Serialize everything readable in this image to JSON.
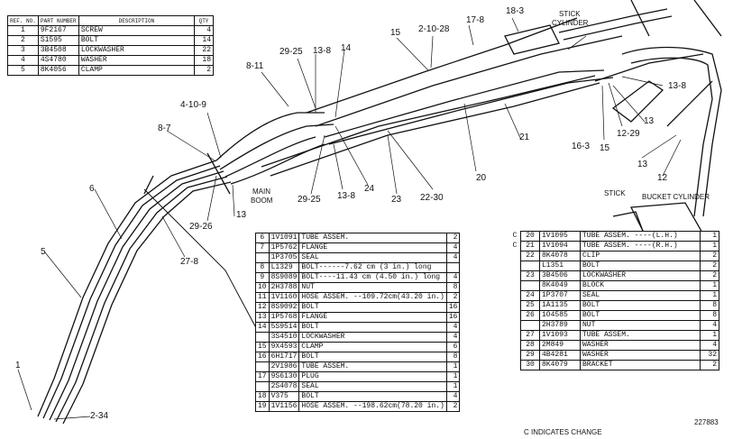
{
  "header_table": {
    "columns": [
      "REF. NO.",
      "PART NUMBER",
      "DESCRIPTION",
      "QTY"
    ],
    "rows": [
      {
        "ref": "1",
        "part": "9F2167",
        "desc": "SCREW",
        "qty": "4"
      },
      {
        "ref": "2",
        "part": "S1595",
        "desc": "BOLT",
        "qty": "14"
      },
      {
        "ref": "3",
        "part": "3B4508",
        "desc": "LOCKWASHER",
        "qty": "22"
      },
      {
        "ref": "4",
        "part": "4S4780",
        "desc": "WASHER",
        "qty": "18"
      },
      {
        "ref": "5",
        "part": "8K4056",
        "desc": "CLAMP",
        "qty": "2"
      }
    ]
  },
  "middle_table": {
    "rows": [
      {
        "ref": "6",
        "part": "1V1091",
        "desc": "TUBE ASSEM.",
        "qty": "2"
      },
      {
        "ref": "7",
        "part": "1P5762",
        "desc": "FLANGE",
        "qty": "4"
      },
      {
        "ref": "",
        "part": "1P3705",
        "desc": "SEAL",
        "qty": "4"
      },
      {
        "ref": "8",
        "part": "L1329",
        "desc": "BOLT------7.62 cm (3 in.) long",
        "qty": ""
      },
      {
        "ref": "9",
        "part": "8S9089",
        "desc": "BOLT----11.43 cm (4.50 in.) long",
        "qty": "4"
      },
      {
        "ref": "10",
        "part": "2H3788",
        "desc": "NUT",
        "qty": "8"
      },
      {
        "ref": "11",
        "part": "1V1160",
        "desc": "HOSE ASSEM. --109.72cm(43.20 in.)",
        "qty": "2"
      },
      {
        "ref": "12",
        "part": "8S9092",
        "desc": "BOLT",
        "qty": "16"
      },
      {
        "ref": "13",
        "part": "1P5768",
        "desc": "FLANGE",
        "qty": "16"
      },
      {
        "ref": "14",
        "part": "5S9514",
        "desc": "BOLT",
        "qty": "4"
      },
      {
        "ref": "",
        "part": "3S4510",
        "desc": "LOCKWASHER",
        "qty": "4"
      },
      {
        "ref": "15",
        "part": "9X4593",
        "desc": "CLAMP",
        "qty": "6"
      },
      {
        "ref": "16",
        "part": "6H1717",
        "desc": "BOLT",
        "qty": "8"
      },
      {
        "ref": "",
        "part": "2V1986",
        "desc": "TUBE ASSEM.",
        "qty": "1"
      },
      {
        "ref": "17",
        "part": "9S6130",
        "desc": "PLUG",
        "qty": "1"
      },
      {
        "ref": "",
        "part": "2S4078",
        "desc": "SEAL",
        "qty": "1"
      },
      {
        "ref": "18",
        "part": "V375",
        "desc": "BOLT",
        "qty": "4"
      },
      {
        "ref": "19",
        "part": "1V1156",
        "desc": "HOSE ASSEM. --198.62cm(78.20 in.)",
        "qty": "2"
      }
    ]
  },
  "right_table": {
    "rows": [
      {
        "mark": "C",
        "ref": "20",
        "part": "1V1095",
        "desc": "TUBE ASSEM. ----(L.H.)",
        "qty": "1"
      },
      {
        "mark": "C",
        "ref": "21",
        "part": "1V1094",
        "desc": "TUBE ASSEM. ----(R.H.)",
        "qty": "1"
      },
      {
        "mark": "",
        "ref": "22",
        "part": "8K4078",
        "desc": "CLIP",
        "qty": "2"
      },
      {
        "mark": "",
        "ref": "",
        "part": "L1351",
        "desc": "BOLT",
        "qty": "2"
      },
      {
        "mark": "",
        "ref": "23",
        "part": "3B4506",
        "desc": "LOCKWASHER",
        "qty": "2"
      },
      {
        "mark": "",
        "ref": "",
        "part": "8K4049",
        "desc": "BLOCK",
        "qty": "1"
      },
      {
        "mark": "",
        "ref": "24",
        "part": "1P3707",
        "desc": "SEAL",
        "qty": "1"
      },
      {
        "mark": "",
        "ref": "25",
        "part": "1A1135",
        "desc": "BOLT",
        "qty": "8"
      },
      {
        "mark": "",
        "ref": "26",
        "part": "1O4585",
        "desc": "BOLT",
        "qty": "8"
      },
      {
        "mark": "",
        "ref": "",
        "part": "2H3789",
        "desc": "NUT",
        "qty": "4"
      },
      {
        "mark": "",
        "ref": "27",
        "part": "1V1093",
        "desc": "TUBE ASSEM.",
        "qty": "1"
      },
      {
        "mark": "",
        "ref": "28",
        "part": "2M849",
        "desc": "WASHER",
        "qty": "4"
      },
      {
        "mark": "",
        "ref": "29",
        "part": "4B4281",
        "desc": "WASHER",
        "qty": "32"
      },
      {
        "mark": "",
        "ref": "30",
        "part": "8K4079",
        "desc": "BRACKET",
        "qty": "2"
      }
    ]
  },
  "footer": {
    "legend": "C INDICATES CHANGE",
    "drawing_number": "227883"
  },
  "labels": {
    "stick_cylinder": "STICK\nCYLINDER",
    "stick_cylinder_l1": "STICK",
    "stick_cylinder_l2": "CYLINDER",
    "main_boom_l1": "MAIN",
    "main_boom_l2": "BOOM",
    "stick": "STICK",
    "bucket_cylinder": "BUCKET CYLINDER"
  },
  "callouts": {
    "c_1": "1",
    "c_2_34": "2-34",
    "c_5": "5",
    "c_6": "6",
    "c_4_10_9": "4-10-9",
    "c_8_7": "8-7",
    "c_8_11": "8-11",
    "c_29_25_top": "29-25",
    "c_13_8_top": "13-8",
    "c_14": "14",
    "c_15": "15",
    "c_2_10_28": "2-10-28",
    "c_17_8": "17-8",
    "c_18_3": "18-3",
    "c_13_right": "13-8",
    "c_13_a": "13",
    "c_12_29": "12-29",
    "c_16_3": "16-3",
    "c_15_b": "15",
    "c_21": "21",
    "c_20": "20",
    "c_22_30": "22-30",
    "c_23": "23",
    "c_24": "24",
    "c_13_8_b": "13-8",
    "c_29_25_b": "29-25",
    "c_13_b": "13",
    "c_29_26": "29-26",
    "c_27_8": "27-8",
    "c_13_c": "13",
    "c_12": "12"
  }
}
